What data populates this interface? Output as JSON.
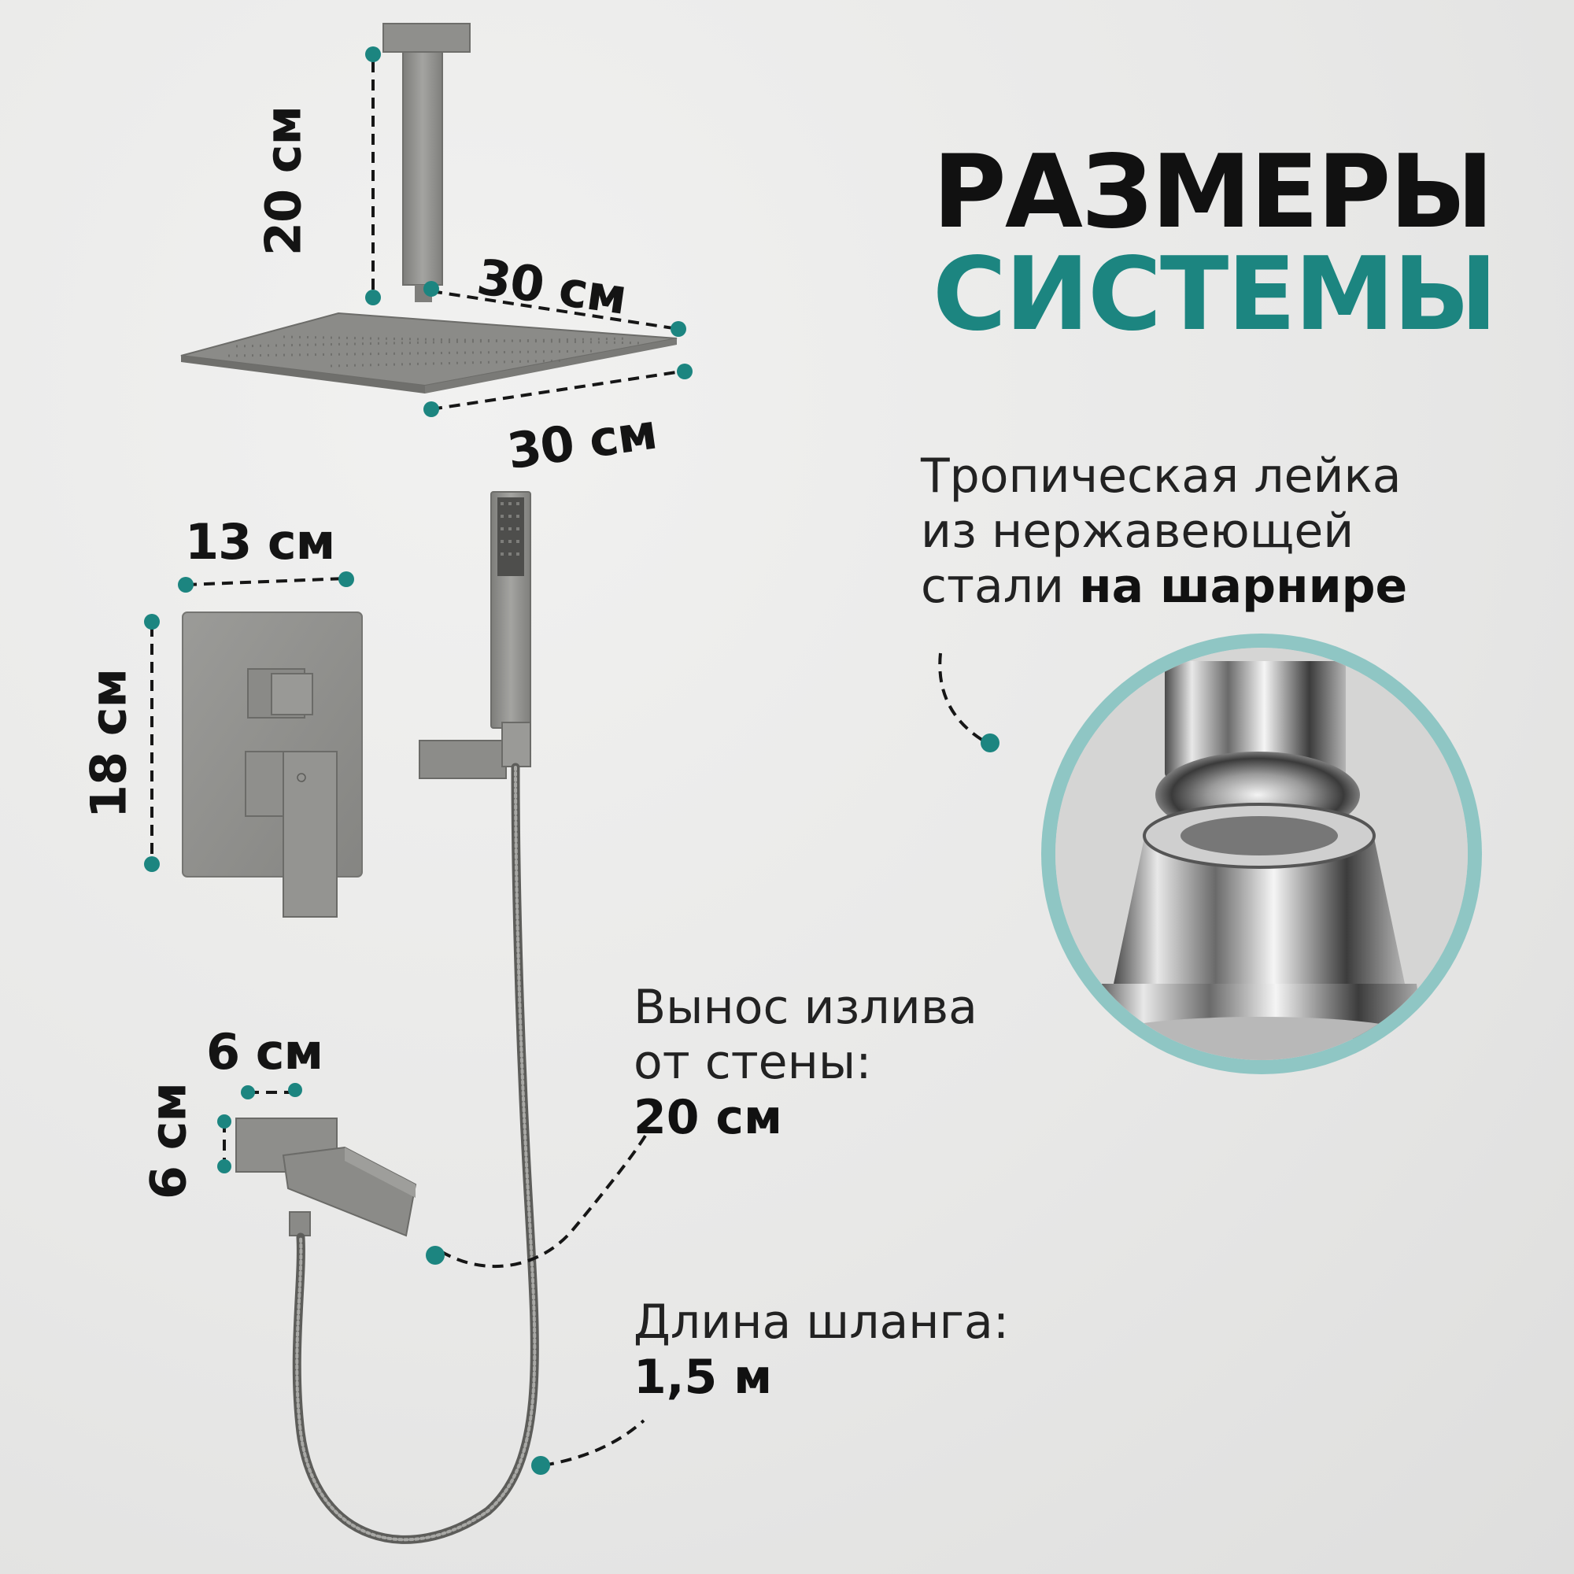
{
  "title": {
    "line1": "РАЗМЕРЫ",
    "line2": "СИСТЕМЫ"
  },
  "colors": {
    "accent": "#1c8580",
    "title_dark": "#111111",
    "metal": "#8d8d8a",
    "background": "#e9e9e8"
  },
  "dimensions": {
    "pipe_length": "20 см",
    "head_width_back": "30 см",
    "head_width_front": "30 см",
    "mixer_width": "13 см",
    "mixer_height": "18 см",
    "spout_width": "6 см",
    "spout_height": "6 см"
  },
  "feature": {
    "line1": "Тропическая лейка",
    "line2": "из нержавеющей",
    "line3_plain": "стали ",
    "line3_bold": "на шарнире"
  },
  "spout_reach": {
    "line1": "Вынос излива",
    "line2": "от стены:",
    "value": "20 см"
  },
  "hose": {
    "line1": "Длина шланга:",
    "value": "1,5 м"
  }
}
